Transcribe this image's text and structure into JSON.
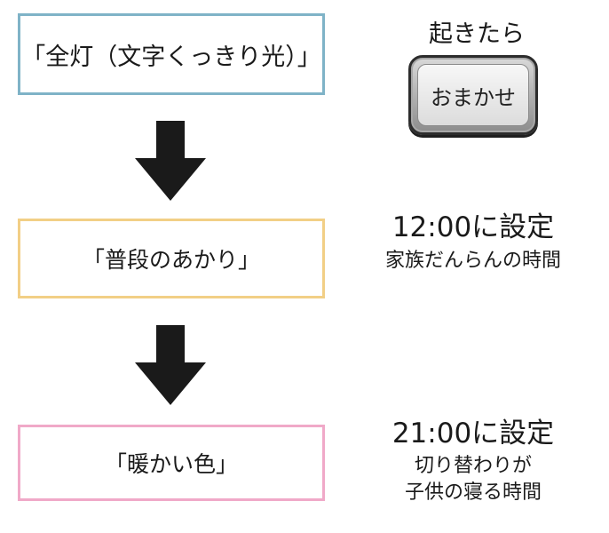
{
  "modes": [
    {
      "label": "「全灯（文字くっきり光）」",
      "border_color": "#7fb3c7"
    },
    {
      "label": "「普段のあかり」",
      "border_color": "#f2cf86"
    },
    {
      "label": "「暖かい色」",
      "border_color": "#f0a9c8"
    }
  ],
  "wake": {
    "label": "起きたら",
    "button_label": "おまかせ"
  },
  "setting_a": {
    "time": "12:00に設定",
    "description": "家族だんらんの時間"
  },
  "setting_b": {
    "time": "21:00に設定",
    "description_lines": [
      "切り替わりが",
      "子供の寝る時間"
    ]
  },
  "arrow_color": "#1a1a1a"
}
